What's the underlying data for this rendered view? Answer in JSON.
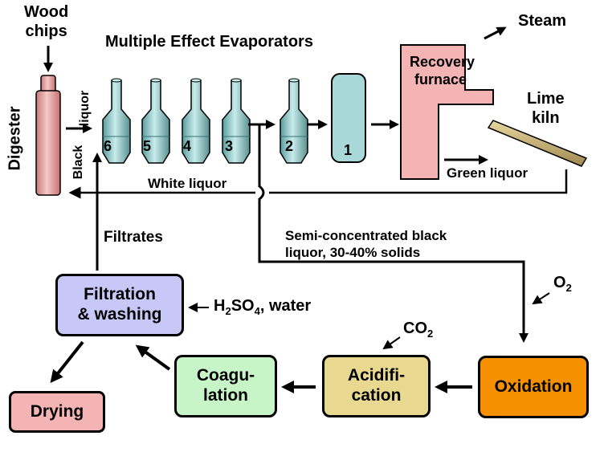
{
  "inputs": {
    "wood_chips": [
      "Wood",
      "chips"
    ],
    "title": "Multiple Effect Evaporators",
    "steam": "Steam"
  },
  "units": {
    "digester": "Digester",
    "black_liquor": [
      "Black",
      "liquor"
    ],
    "evaporators": [
      "6",
      "5",
      "4",
      "3",
      "2",
      "1"
    ],
    "recovery_furnace": [
      "Recovery",
      "furnace"
    ],
    "lime_kiln": [
      "Lime",
      "kiln"
    ]
  },
  "streams": {
    "white_liquor": "White liquor",
    "green_liquor": "Green liquor",
    "filtrates": "Filtrates",
    "semi_concentrated": [
      "Semi-concentrated black",
      "liquor, 30-40% solids"
    ]
  },
  "reagents": {
    "o2": {
      "base": "O",
      "sub": "2"
    },
    "co2": {
      "base": "CO",
      "sub": "2"
    },
    "h2so4": {
      "parts": [
        "H",
        "2",
        "SO",
        "4",
        ", water"
      ]
    }
  },
  "boxes": {
    "filtration": [
      "Filtration",
      "& washing"
    ],
    "drying": "Drying",
    "coagulation": [
      "Coagu-",
      "lation"
    ],
    "acidification": [
      "Acidifi-",
      "cation"
    ],
    "oxidation": "Oxidation"
  },
  "colors": {
    "digester": "#e8a0a0",
    "evaporator": "#86c4c4",
    "evaporator_one": "#a8d8d8",
    "furnace": "#f5b4b4",
    "kiln": "#c8b478",
    "filtration": "#c8c8f8",
    "drying": "#f5b4b4",
    "coagulation": "#c8f5c8",
    "acidification": "#e8d890",
    "oxidation": "#f59000"
  }
}
